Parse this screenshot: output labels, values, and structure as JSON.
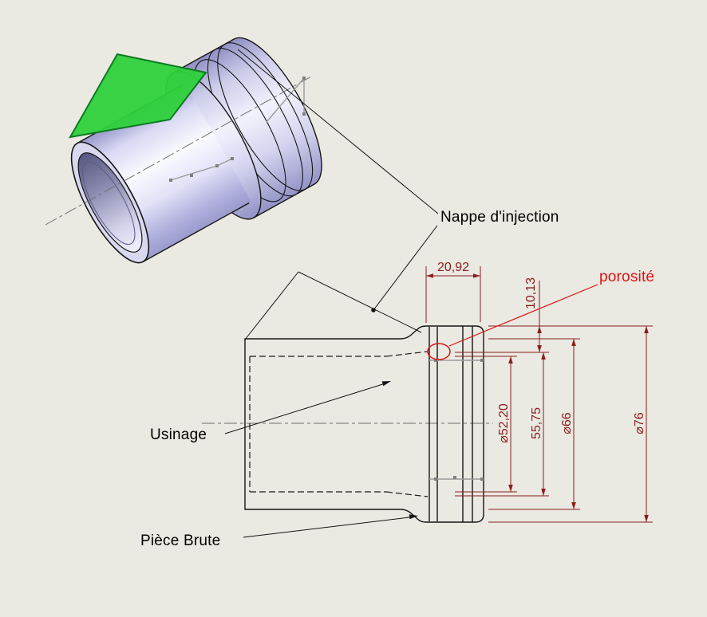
{
  "view": {
    "background": "#eae9e2"
  },
  "annotations": {
    "nappe": "Nappe d'injection",
    "porosite": "porosité",
    "usinage": "Usinage",
    "piece_brute": "Pièce Brute"
  },
  "dimensions": {
    "flange_width": "20,92",
    "radial_offset": "10,13",
    "bore_diameter": "⌀52,20",
    "machined_diameter": "55,75",
    "body_diameter": "⌀66",
    "flange_diameter": "⌀76"
  },
  "colors": {
    "dimension_lines": "#8b1e1e",
    "porosity_red": "#de1212",
    "injection_plane_green": "#2ed13b",
    "part_lavender": "#c6c6ea",
    "sketch_gray": "#9b9b9b",
    "outline_black": "#161616"
  }
}
